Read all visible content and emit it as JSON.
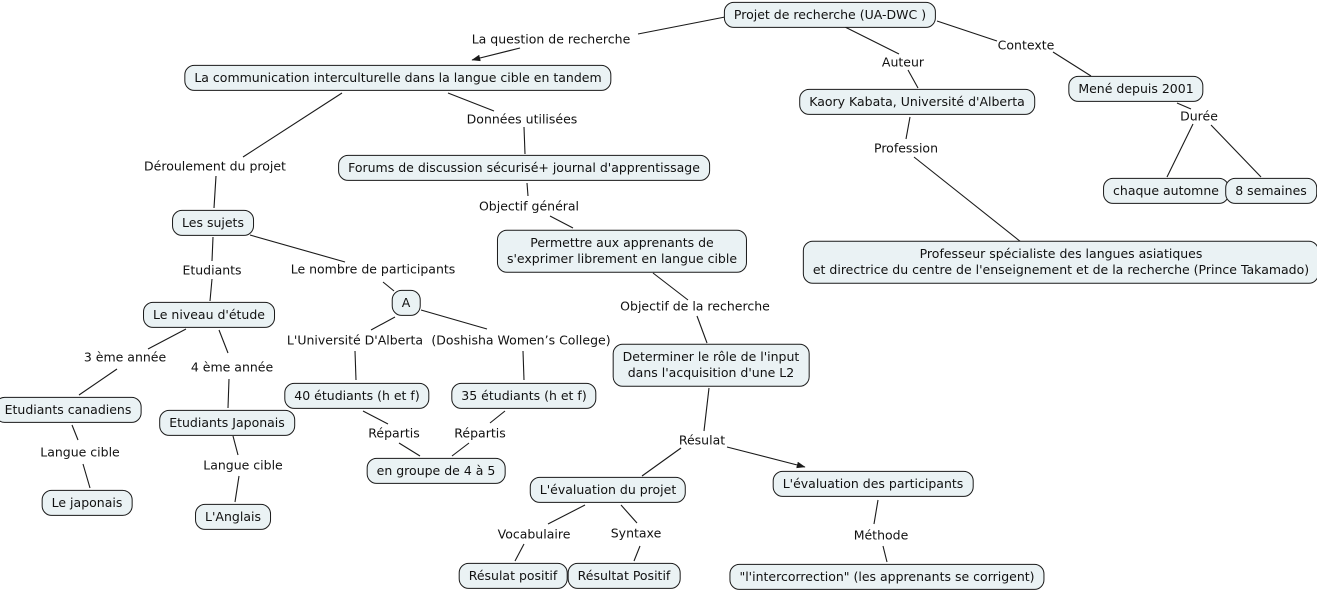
{
  "colors": {
    "node_fill": "#eaf2f4",
    "node_border": "#1a1a1a",
    "line": "#1a1a1a",
    "background": "#ffffff"
  },
  "nodes": {
    "root": "Projet de recherche (UA-DWC )",
    "question": "La communication interculturelle dans la langue cible en tandem",
    "kaory": "Kaory Kabata, Université d'Alberta",
    "mene": "Mené depuis 2001",
    "automne": "chaque automne",
    "semaines": "8 semaines",
    "professeur": "Professeur spécialiste des langues asiatiques\net directrice du centre de l'enseignement et de la recherche (Prince Takamado)",
    "forums": "Forums de discussion sécurisé+ journal d'apprentissage",
    "permettre": "Permettre aux apprenants de\ns'exprimer librement en langue cible",
    "sujets": "Les sujets",
    "niveau": "Le niveau d'étude",
    "canadiens": "Etudiants canadiens",
    "etud_japonais": "Etudiants Japonais",
    "le_japonais": "Le japonais",
    "anglais": "L'Anglais",
    "a": "A",
    "etudiants40": "40 étudiants (h et f)",
    "etudiants35": "35 étudiants (h et f)",
    "groupe": "en groupe de 4 à 5",
    "determiner": "Determiner le rôle de l'input\ndans l'acquisition d'une L2",
    "eval_projet": "L'évaluation du projet",
    "eval_participants": "L'évaluation des participants",
    "res_vocab": "Résulat positif",
    "res_syntaxe": "Résultat Positif",
    "intercorrection": "\"l'intercorrection\" (les apprenants se corrigent)"
  },
  "labels": {
    "q_recherche": "La question de recherche",
    "auteur": "Auteur",
    "contexte": "Contexte",
    "duree": "Durée",
    "profession": "Profession",
    "donnees": "Données utilisées",
    "deroulement": "Déroulement du projet",
    "obj_general": "Objectif général",
    "etudiants": "Etudiants",
    "nombre": "Le nombre de participants",
    "annee3": "3 ème année",
    "annee4": "4 ème année",
    "univ": "L'Université D'Alberta",
    "doshisha": "(Doshisha Women’s College)",
    "langue_cible_g": "Langue cible",
    "langue_cible_d": "Langue cible",
    "repartis_g": "Répartis",
    "repartis_d": "Répartis",
    "obj_recherche": "Objectif de la recherche",
    "resulat": "Résulat",
    "vocabulaire": "Vocabulaire",
    "syntaxe": "Syntaxe",
    "methode": "Méthode"
  }
}
